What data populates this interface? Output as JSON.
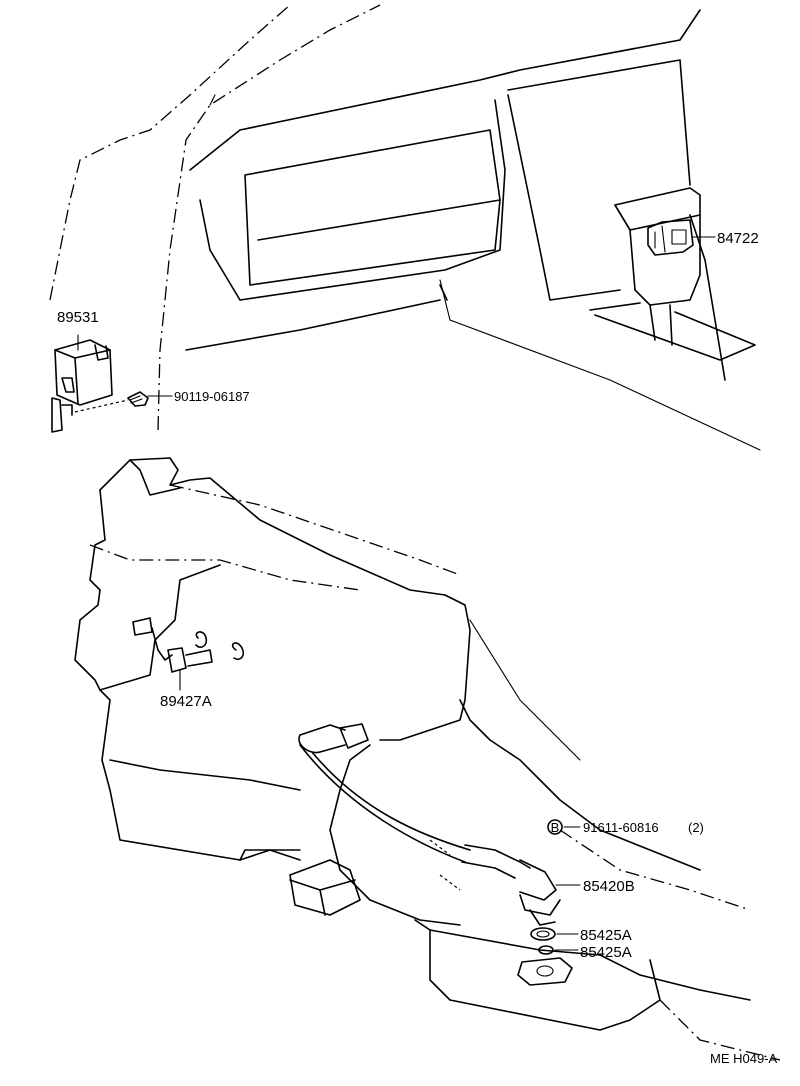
{
  "parts": {
    "p1": "89531",
    "p2": "90119-06187",
    "p3": "84722",
    "p4": "89427A",
    "p5": "91611-60816",
    "p5_qty": "(2)",
    "p6": "85420B",
    "p7": "85425A",
    "p8": "85425A"
  },
  "marker": "B",
  "diagram_code": "ME H049-A"
}
